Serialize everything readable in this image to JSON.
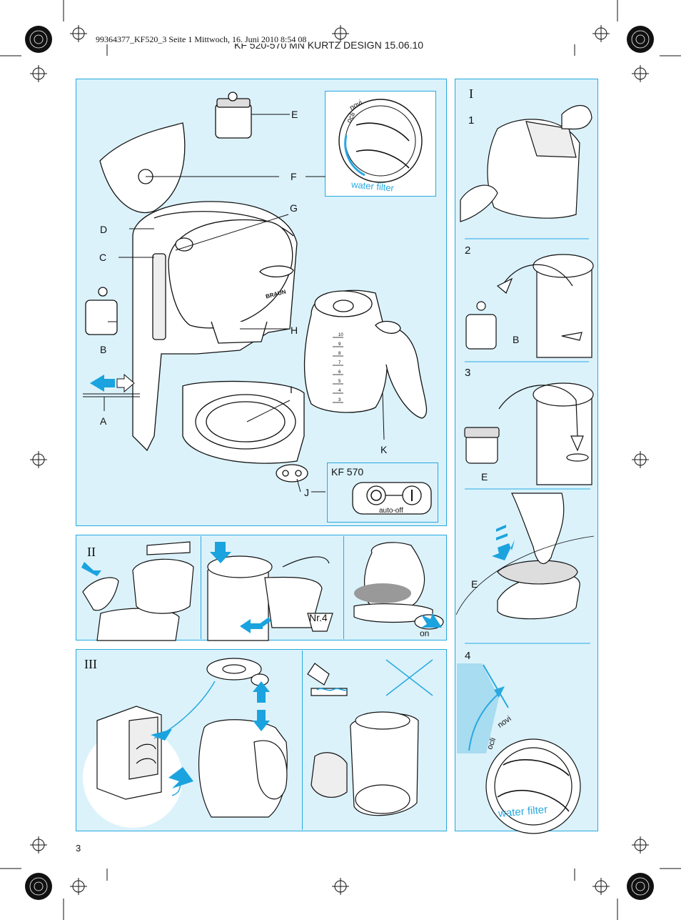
{
  "header": {
    "print_line": "99364377_KF520_3  Seite 1  Mittwoch, 16. Juni 2010  8:54 08",
    "design_line": "KF 520-570 MN  KURTZ DESIGN   15.06.10"
  },
  "panel_main": {
    "labels": {
      "A": "A",
      "B": "B",
      "C": "C",
      "D": "D",
      "E": "E",
      "F": "F",
      "G": "G",
      "H": "H",
      "I": "I",
      "J": "J",
      "K": "K"
    },
    "dial": {
      "text_left": "ocli",
      "text_right": "novi",
      "caption": "water filter"
    },
    "switch_box": {
      "model": "KF 570",
      "switch_caption": "auto-off"
    },
    "brand": "BRAUN",
    "carafe_scale": [
      "10",
      "9",
      "8",
      "7",
      "6",
      "5",
      "4",
      "3"
    ]
  },
  "panel_right": {
    "roman": "I",
    "steps": {
      "s1": "1",
      "s2": "2",
      "s3": "3",
      "s4": "4"
    },
    "labels": {
      "B": "B",
      "E_step3": "E",
      "E_step3b": "E"
    },
    "dial": {
      "text_left": "ocli",
      "text_right": "novi",
      "caption": "water filter"
    }
  },
  "panel_II": {
    "roman": "II",
    "filter_label": "Nr.4",
    "switch_label": "on"
  },
  "panel_III": {
    "roman": "III"
  },
  "footer": {
    "page_number": "3"
  },
  "colors": {
    "panel_bg": "#dbf2fb",
    "panel_border": "#28a9e0",
    "arrow_blue": "#1aa3df",
    "line": "#111111"
  }
}
